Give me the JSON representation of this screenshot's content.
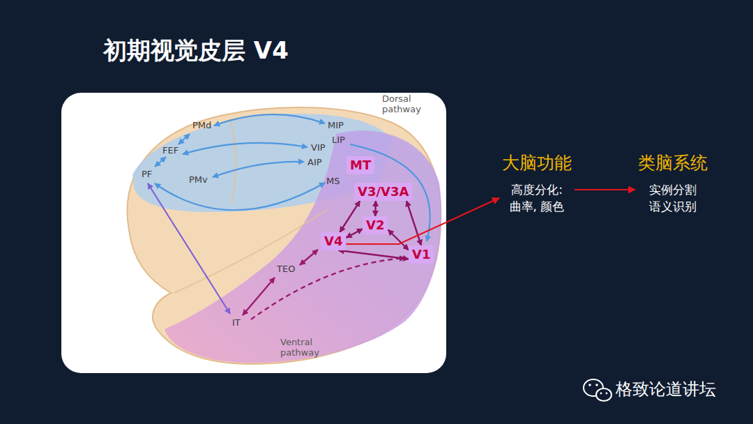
{
  "diagram": {
    "title": "初期视觉皮层 V4",
    "nodes": [
      {
        "text": [
          "MT"
        ]
      },
      {
        "text": [
          "V3/V3A"
        ]
      },
      {
        "text": [
          "V2"
        ]
      },
      {
        "text": [
          "V4"
        ]
      },
      {
        "text": [
          "V1"
        ]
      },
      {
        "text": [
          "大脑功能",
          "高度分化: 曲率, 颜色"
        ]
      },
      {
        "text": [
          "类脑系统",
          "实例分割 语义识别"
        ]
      }
    ],
    "edges": [
      {
        "from": 3,
        "to": 2,
        "arrow": "both"
      },
      {
        "from": 2,
        "to": 4,
        "arrow": "both"
      },
      {
        "from": 3,
        "to": 4,
        "arrow": "both"
      },
      {
        "from": 1,
        "to": 2,
        "arrow": "both"
      },
      {
        "from": 1,
        "to": 3,
        "arrow": "both"
      },
      {
        "from": 1,
        "to": 4,
        "arrow": "both"
      },
      {
        "from": 3,
        "to": 5,
        "arrow": "to"
      },
      {
        "from": 5,
        "to": 6,
        "arrow": "to"
      }
    ],
    "labels": [
      "Dorsal pathway",
      "PMd",
      "MIP",
      "LIP",
      "VIP",
      "AIP",
      "FEF",
      "PF",
      "PMv",
      "MS",
      "TEO",
      "IT",
      "Ventral pathway",
      "格致论道讲坛"
    ]
  }
}
